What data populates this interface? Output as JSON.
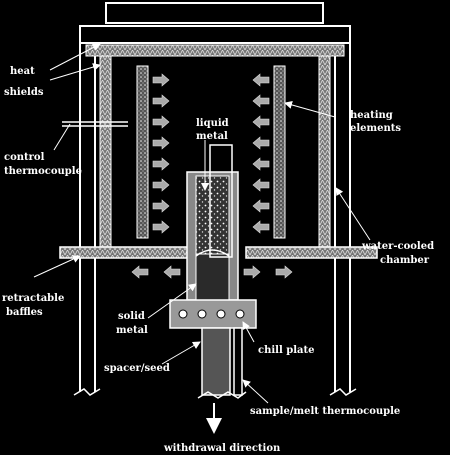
{
  "diagram": {
    "labels": {
      "heat_shields_1": "heat",
      "heat_shields_2": "shields",
      "control_tc_1": "control",
      "control_tc_2": "thermocouple",
      "liquid_metal_1": "liquid",
      "liquid_metal_2": "metal",
      "heating_elements_1": "heating",
      "heating_elements_2": "elements",
      "water_cooled_1": "water-cooled",
      "water_cooled_2": "chamber",
      "baffles_1": "retractable",
      "baffles_2": "baffles",
      "solid_metal_1": "solid",
      "solid_metal_2": "metal",
      "chill_plate": "chill plate",
      "spacer_seed": "spacer/seed",
      "sample_tc": "sample/melt thermocouple",
      "withdrawal": "withdrawal direction"
    },
    "colors": {
      "background": "#000000",
      "line": "#ffffff",
      "grey": "#aaaaaa",
      "dark_grey": "#444444"
    }
  }
}
